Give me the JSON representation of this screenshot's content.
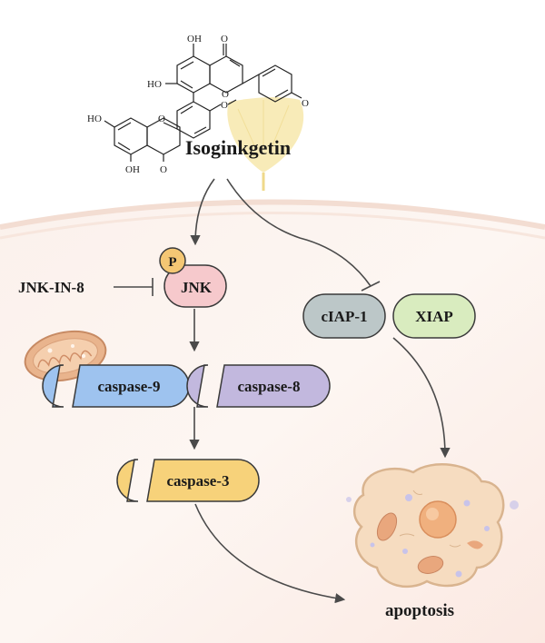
{
  "compound": {
    "name": "Isoginkgetin",
    "atoms": {
      "oh": "OH",
      "ho": "HO",
      "o": "O"
    }
  },
  "inhibitor": "JNK-IN-8",
  "nodes": {
    "phospho": "P",
    "jnk": "JNK",
    "ciap1": "cIAP-1",
    "xiap": "XIAP",
    "caspase9": "caspase-9",
    "caspase8": "caspase-8",
    "caspase3": "caspase-3"
  },
  "outcome": "apoptosis",
  "colors": {
    "jnk_fill": "#f6c9cc",
    "phospho_fill": "#f4c774",
    "ciap_fill": "#bcc7c8",
    "xiap_fill": "#d9ecbf",
    "caspase9_fill": "#9ec3ef",
    "caspase8_fill": "#c2b8de",
    "caspase3_fill": "#f7d27a",
    "cell_fill": "#f6dcc0",
    "ginkgo": "#f6e6a6"
  },
  "icons": [
    "ginkgo-leaf-icon",
    "mitochondrion-icon",
    "apoptotic-cell-icon"
  ]
}
